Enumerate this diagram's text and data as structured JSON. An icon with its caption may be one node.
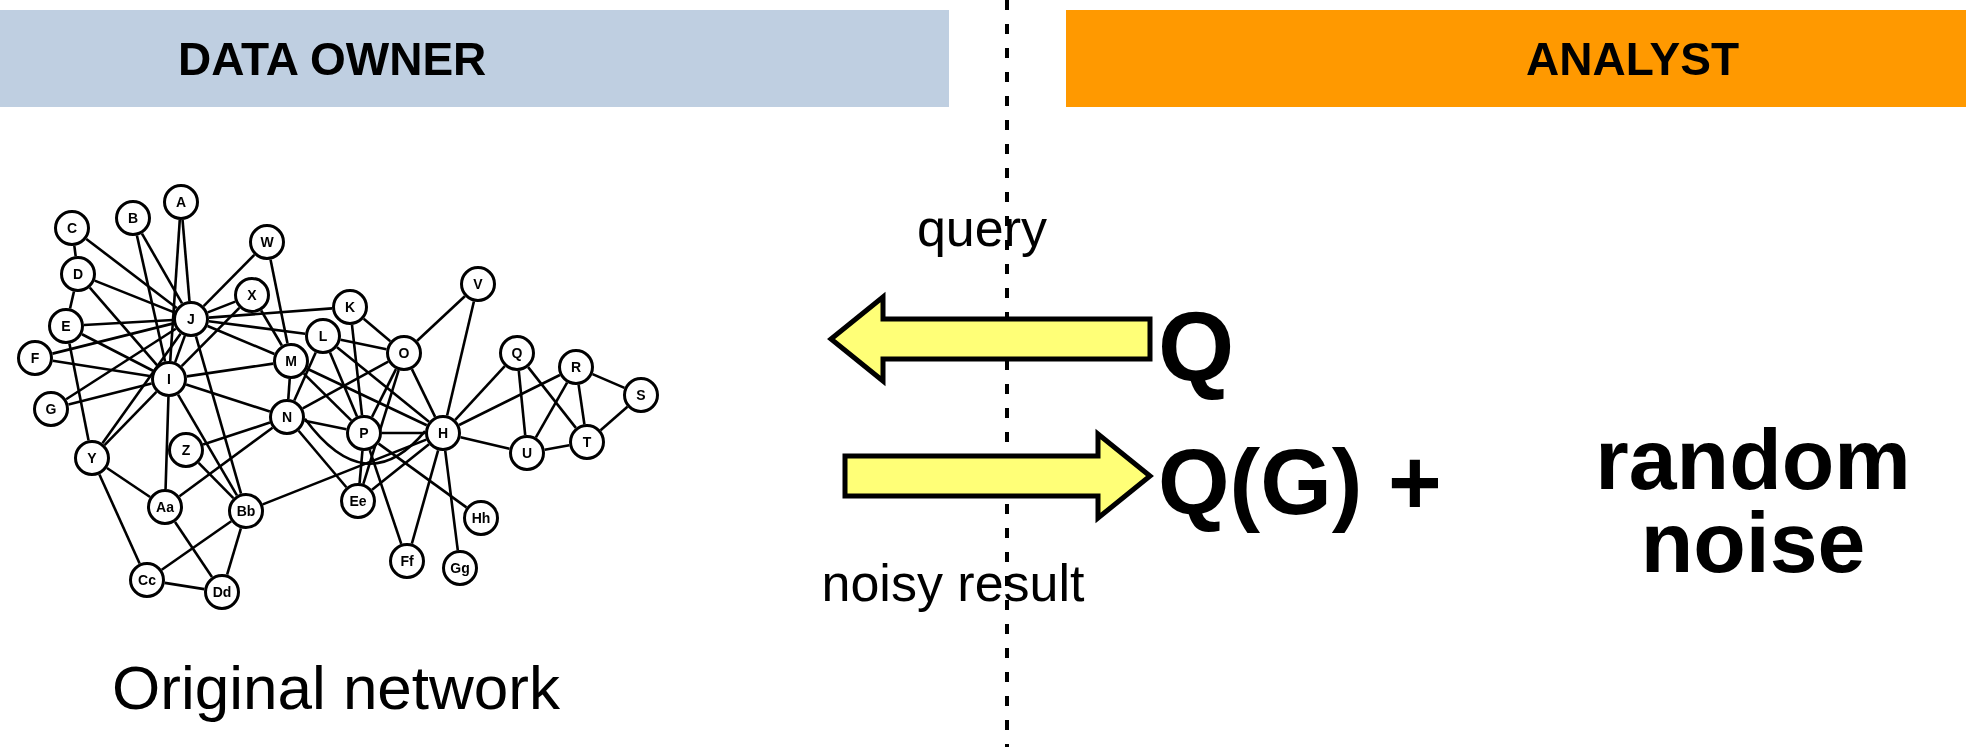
{
  "diagram": {
    "nodes": [
      {
        "text": [
          "DATA OWNER"
        ]
      },
      {
        "text": [
          "ANALYST"
        ]
      },
      {
        "text": [
          "A"
        ]
      },
      {
        "text": [
          "B"
        ]
      },
      {
        "text": [
          "C"
        ]
      },
      {
        "text": [
          "W"
        ]
      },
      {
        "text": [
          "D"
        ]
      },
      {
        "text": [
          "X"
        ]
      },
      {
        "text": [
          "J"
        ]
      },
      {
        "text": [
          "K"
        ]
      },
      {
        "text": [
          "V"
        ]
      },
      {
        "text": [
          "E"
        ]
      },
      {
        "text": [
          "L"
        ]
      },
      {
        "text": [
          "O"
        ]
      },
      {
        "text": [
          "F"
        ]
      },
      {
        "text": [
          "M"
        ]
      },
      {
        "text": [
          "I"
        ]
      },
      {
        "text": [
          "Q"
        ]
      },
      {
        "text": [
          "R"
        ]
      },
      {
        "text": [
          "S"
        ]
      },
      {
        "text": [
          "G"
        ]
      },
      {
        "text": [
          "N"
        ]
      },
      {
        "text": [
          "P"
        ]
      },
      {
        "text": [
          "H"
        ]
      },
      {
        "text": [
          "U"
        ]
      },
      {
        "text": [
          "T"
        ]
      },
      {
        "text": [
          "Z"
        ]
      },
      {
        "text": [
          "Y"
        ]
      },
      {
        "text": [
          "Aa"
        ]
      },
      {
        "text": [
          "Bb"
        ]
      },
      {
        "text": [
          "Ee"
        ]
      },
      {
        "text": [
          "Hh"
        ]
      },
      {
        "text": [
          "Ff"
        ]
      },
      {
        "text": [
          "Gg"
        ]
      },
      {
        "text": [
          "Cc"
        ]
      },
      {
        "text": [
          "Dd"
        ]
      },
      {
        "text": [
          "Q"
        ]
      },
      {
        "text": [
          "Q(G) +"
        ]
      },
      {
        "text": [
          "random noise"
        ]
      }
    ],
    "edges": [
      {
        "from": 2,
        "to": 8,
        "arrow": "none"
      },
      {
        "from": 2,
        "to": 16,
        "arrow": "none"
      },
      {
        "from": 3,
        "to": 8,
        "arrow": "none"
      },
      {
        "from": 3,
        "to": 16,
        "arrow": "none"
      },
      {
        "from": 4,
        "to": 6,
        "arrow": "none"
      },
      {
        "from": 4,
        "to": 8,
        "arrow": "none"
      },
      {
        "from": 6,
        "to": 11,
        "arrow": "none"
      },
      {
        "from": 6,
        "to": 8,
        "arrow": "none"
      },
      {
        "from": 6,
        "to": 16,
        "arrow": "none"
      },
      {
        "from": 11,
        "to": 8,
        "arrow": "none"
      },
      {
        "from": 11,
        "to": 16,
        "arrow": "none"
      },
      {
        "from": 11,
        "to": 27,
        "arrow": "none"
      },
      {
        "from": 14,
        "to": 8,
        "arrow": "none"
      },
      {
        "from": 14,
        "to": 16,
        "arrow": "none"
      },
      {
        "from": 20,
        "to": 8,
        "arrow": "none"
      },
      {
        "from": 20,
        "to": 16,
        "arrow": "none"
      },
      {
        "from": 7,
        "to": 8,
        "arrow": "none"
      },
      {
        "from": 7,
        "to": 16,
        "arrow": "none"
      },
      {
        "from": 7,
        "to": 15,
        "arrow": "none"
      },
      {
        "from": 5,
        "to": 8,
        "arrow": "none"
      },
      {
        "from": 5,
        "to": 15,
        "arrow": "none"
      },
      {
        "from": 8,
        "to": 9,
        "arrow": "none"
      },
      {
        "from": 8,
        "to": 12,
        "arrow": "none"
      },
      {
        "from": 8,
        "to": 15,
        "arrow": "none"
      },
      {
        "from": 8,
        "to": 16,
        "arrow": "none"
      },
      {
        "from": 8,
        "to": 27,
        "arrow": "none"
      },
      {
        "from": 8,
        "to": 29,
        "arrow": "none"
      },
      {
        "from": 16,
        "to": 27,
        "arrow": "none"
      },
      {
        "from": 16,
        "to": 15,
        "arrow": "none"
      },
      {
        "from": 16,
        "to": 21,
        "arrow": "none"
      },
      {
        "from": 16,
        "to": 28,
        "arrow": "none"
      },
      {
        "from": 16,
        "to": 29,
        "arrow": "none"
      },
      {
        "from": 27,
        "to": 28,
        "arrow": "none"
      },
      {
        "from": 27,
        "to": 34,
        "arrow": "none"
      },
      {
        "from": 26,
        "to": 21,
        "arrow": "none"
      },
      {
        "from": 26,
        "to": 29,
        "arrow": "none"
      },
      {
        "from": 28,
        "to": 21,
        "arrow": "none"
      },
      {
        "from": 28,
        "to": 35,
        "arrow": "none"
      },
      {
        "from": 29,
        "to": 34,
        "arrow": "none"
      },
      {
        "from": 29,
        "to": 35,
        "arrow": "none"
      },
      {
        "from": 29,
        "to": 23,
        "arrow": "none"
      },
      {
        "from": 34,
        "to": 35,
        "arrow": "none"
      },
      {
        "from": 21,
        "to": 15,
        "arrow": "none"
      },
      {
        "from": 21,
        "to": 12,
        "arrow": "none"
      },
      {
        "from": 21,
        "to": 13,
        "arrow": "none"
      },
      {
        "from": 21,
        "to": 22,
        "arrow": "none"
      },
      {
        "from": 21,
        "to": 23,
        "arrow": "none"
      },
      {
        "from": 21,
        "to": 30,
        "arrow": "none"
      },
      {
        "from": 15,
        "to": 22,
        "arrow": "none"
      },
      {
        "from": 15,
        "to": 23,
        "arrow": "none"
      },
      {
        "from": 12,
        "to": 22,
        "arrow": "none"
      },
      {
        "from": 12,
        "to": 23,
        "arrow": "none"
      },
      {
        "from": 12,
        "to": 13,
        "arrow": "none"
      },
      {
        "from": 9,
        "to": 22,
        "arrow": "none"
      },
      {
        "from": 9,
        "to": 13,
        "arrow": "none"
      },
      {
        "from": 13,
        "to": 10,
        "arrow": "none"
      },
      {
        "from": 13,
        "to": 22,
        "arrow": "none"
      },
      {
        "from": 13,
        "to": 23,
        "arrow": "none"
      },
      {
        "from": 13,
        "to": 30,
        "arrow": "none"
      },
      {
        "from": 10,
        "to": 23,
        "arrow": "none"
      },
      {
        "from": 22,
        "to": 23,
        "arrow": "none"
      },
      {
        "from": 22,
        "to": 30,
        "arrow": "none"
      },
      {
        "from": 22,
        "to": 32,
        "arrow": "none"
      },
      {
        "from": 22,
        "to": 31,
        "arrow": "none"
      },
      {
        "from": 23,
        "to": 30,
        "arrow": "none"
      },
      {
        "from": 23,
        "to": 32,
        "arrow": "none"
      },
      {
        "from": 23,
        "to": 33,
        "arrow": "none"
      },
      {
        "from": 23,
        "to": 17,
        "arrow": "none"
      },
      {
        "from": 23,
        "to": 18,
        "arrow": "none"
      },
      {
        "from": 23,
        "to": 24,
        "arrow": "none"
      },
      {
        "from": 17,
        "to": 24,
        "arrow": "none"
      },
      {
        "from": 17,
        "to": 25,
        "arrow": "none"
      },
      {
        "from": 18,
        "to": 24,
        "arrow": "none"
      },
      {
        "from": 18,
        "to": 25,
        "arrow": "none"
      },
      {
        "from": 18,
        "to": 19,
        "arrow": "none"
      },
      {
        "from": 19,
        "to": 25,
        "arrow": "none"
      },
      {
        "from": 24,
        "to": 25,
        "arrow": "none"
      },
      {
        "from": 36,
        "to": null,
        "arrow": "to",
        "label": "query",
        "style": "thick",
        "color": "#ffff77"
      },
      {
        "from": null,
        "to": 37,
        "arrow": "to",
        "label": "noisy result",
        "style": "thick",
        "color": "#ffff77"
      }
    ],
    "labels": [
      "Original network"
    ]
  }
}
